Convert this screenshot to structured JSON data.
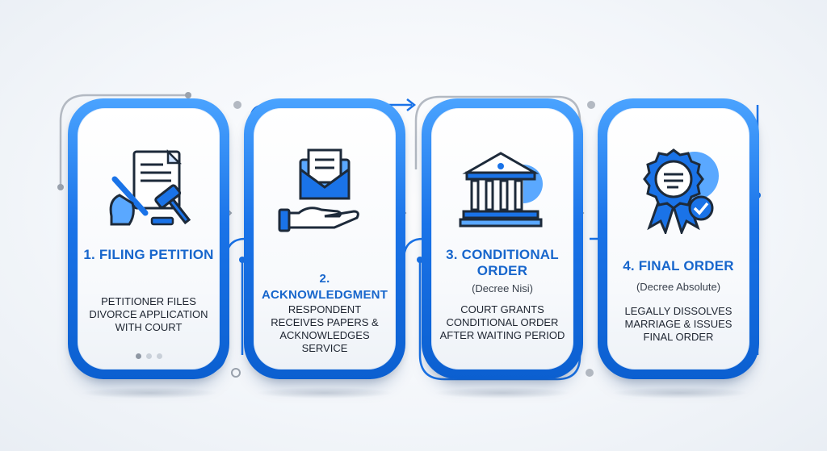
{
  "steps": [
    {
      "title": "1. FILING PETITION",
      "subtitle": "",
      "description": "PETITIONER FILES DIVORCE APPLICATION WITH COURT",
      "icon": "petition-gavel-icon"
    },
    {
      "title": "2. ACKNOWLEDGMENT",
      "subtitle": "",
      "description": "RESPONDENT RECEIVES PAPERS & ACKNOWLEDGES SERVICE",
      "icon": "envelope-hand-icon"
    },
    {
      "title": "3. CONDITIONAL ORDER",
      "subtitle": "(Decree Nisi)",
      "description": "COURT GRANTS CONDITIONAL ORDER AFTER WAITING PERIOD",
      "icon": "courthouse-icon"
    },
    {
      "title": "4. FINAL ORDER",
      "subtitle": "(Decree Absolute)",
      "description": "LEGALLY DISSOLVES MARRIAGE & ISSUES FINAL ORDER",
      "icon": "award-seal-icon"
    }
  ],
  "colors": {
    "accent": "#1a73e8",
    "accent_light": "#4aa3ff",
    "title": "#1766cc",
    "text": "#1d2430",
    "connector_gray": "#b3b9c2"
  }
}
